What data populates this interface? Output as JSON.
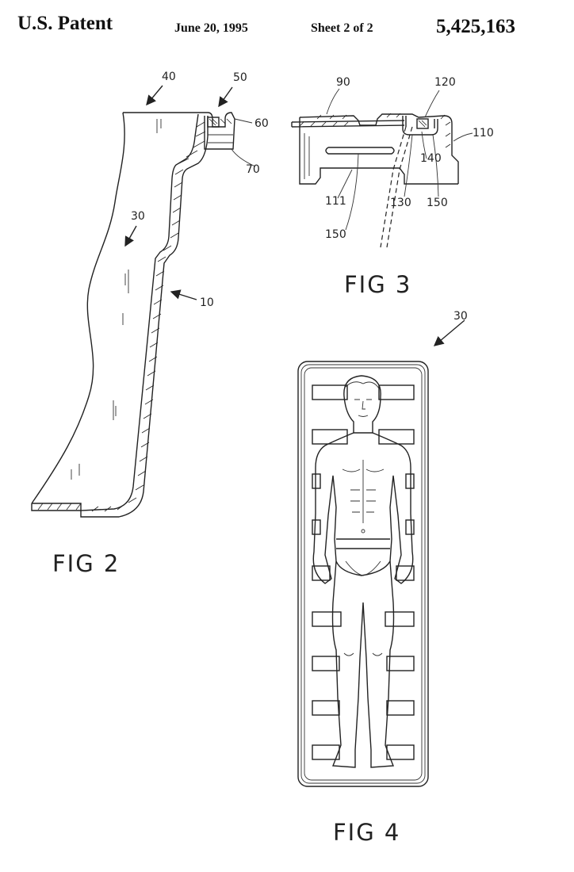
{
  "header": {
    "title": "U.S. Patent",
    "date": "June 20, 1995",
    "sheet": "Sheet 2 of 2",
    "patent_number": "5,425,163"
  },
  "fig2": {
    "caption": "FIG 2",
    "refs": {
      "r40": "40",
      "r50": "50",
      "r60": "60",
      "r70": "70",
      "r30": "30",
      "r10": "10"
    }
  },
  "fig3": {
    "caption": "FIG 3",
    "refs": {
      "r90": "90",
      "r120": "120",
      "r110": "110",
      "r140": "140",
      "r111": "111",
      "r130": "130",
      "r150a": "150",
      "r150b": "150"
    }
  },
  "fig4": {
    "caption": "FIG 4",
    "refs": {
      "r30": "30"
    }
  },
  "colors": {
    "ink": "#222222",
    "paper": "#ffffff"
  }
}
